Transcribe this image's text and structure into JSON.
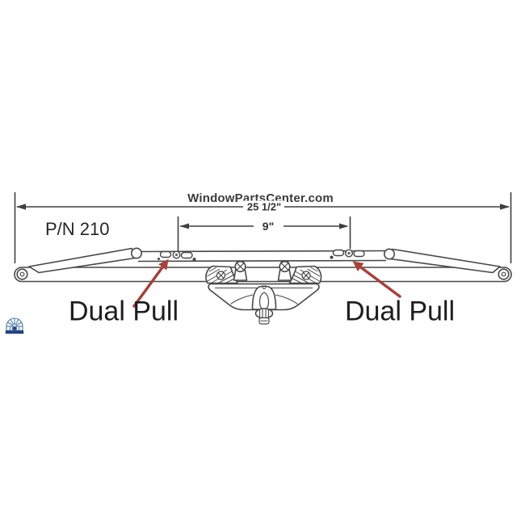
{
  "title": "WindowPartsCenter.com",
  "part_number": "P/N 210",
  "dimensions": {
    "overall_width": "25 1/2\"",
    "pull_spacing": "9\""
  },
  "labels": {
    "left_pull": "Dual Pull",
    "right_pull": "Dual Pull"
  },
  "icons": {
    "logo": "arched-window-logo"
  },
  "colors": {
    "line": "#474747",
    "dim_line": "#3f3f3f",
    "arrow_red": "#a5423c",
    "logo_blue": "#4d7dae",
    "logo_navy": "#24427c",
    "background": "#ffffff"
  }
}
